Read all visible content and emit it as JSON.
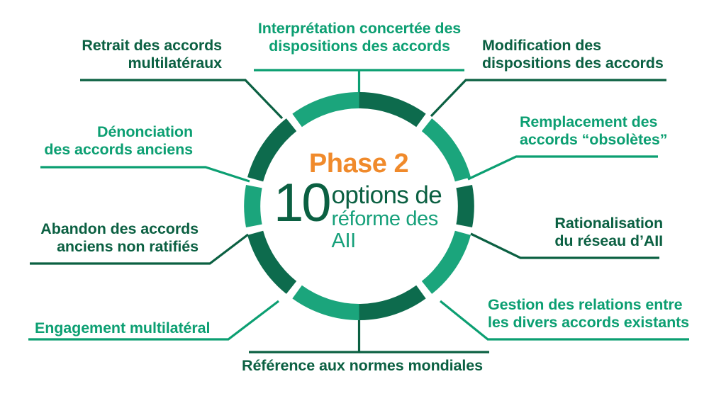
{
  "diagram": {
    "type": "donut-hub-and-spoke",
    "title_center": {
      "phase": "Phase 2",
      "number": "10",
      "line1": "options de",
      "line2": "réforme des AII"
    },
    "colors": {
      "dark_green": "#0b6042",
      "teal_green": "#0c9f72",
      "ring_dark": "#0d6b4d",
      "ring_teal": "#1ba57c",
      "accent_orange": "#f08a2b",
      "background": "#ffffff"
    },
    "ring": {
      "segments": 10,
      "segment_colors": [
        "teal",
        "dark",
        "teal",
        "dark",
        "teal",
        "dark",
        "teal",
        "dark",
        "teal",
        "dark"
      ]
    },
    "options": [
      {
        "id": "retrait-accords-multilateraux",
        "text": "Retrait des accords\nmultilatéraux",
        "color": "dark",
        "align": "right"
      },
      {
        "id": "interpretation-concertee",
        "text": "Interprétation concertée des\ndispositions des accords",
        "color": "teal",
        "align": "center"
      },
      {
        "id": "modification-dispositions",
        "text": "Modification des\ndispositions des accords",
        "color": "dark",
        "align": "left"
      },
      {
        "id": "remplacement-accords-obsoletes",
        "text": "Remplacement des\naccords “obsolètes”",
        "color": "teal",
        "align": "left"
      },
      {
        "id": "rationalisation-reseau",
        "text": "Rationalisation\ndu réseau d’AII",
        "color": "dark",
        "align": "right"
      },
      {
        "id": "gestion-relations-accords",
        "text": "Gestion des relations entre\nles divers accords existants",
        "color": "teal",
        "align": "left"
      },
      {
        "id": "reference-normes-mondiales",
        "text": "Référence aux normes mondiales",
        "color": "dark",
        "align": "center"
      },
      {
        "id": "engagement-multilateral",
        "text": "Engagement multilatéral",
        "color": "teal",
        "align": "left"
      },
      {
        "id": "abandon-accords-non-ratifies",
        "text": "Abandon des accords\nanciens non ratifiés",
        "color": "dark",
        "align": "right"
      },
      {
        "id": "denonciation-accords-anciens",
        "text": "Dénonciation\ndes accords anciens",
        "color": "teal",
        "align": "right"
      }
    ]
  }
}
